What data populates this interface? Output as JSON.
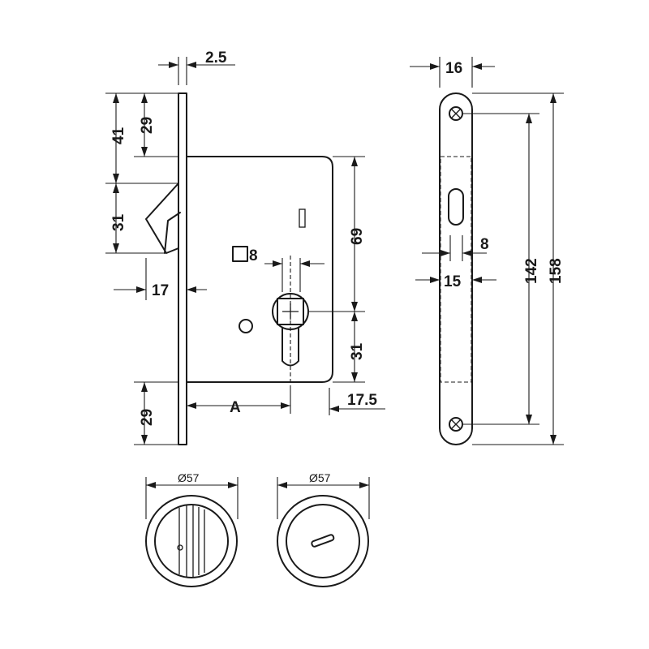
{
  "dimensions": {
    "faceplate_thickness": "2.5",
    "top_to_bolt": "41",
    "top_to_case": "29",
    "bolt_height": "31",
    "bolt_projection": "17",
    "bottom_margin": "29",
    "backset": "A",
    "spindle": "8",
    "case_upper": "69",
    "cylinder": "31",
    "case_edge": "17.5",
    "faceplate_width": "16",
    "slot_width": "8",
    "slot_spacing": "15",
    "hole_spacing": "142",
    "faceplate_length": "158",
    "rose_diameter_left": "Ø57",
    "rose_diameter_right": "Ø57"
  }
}
